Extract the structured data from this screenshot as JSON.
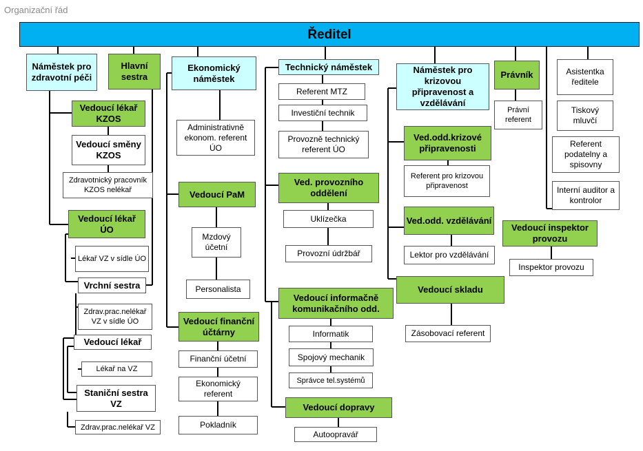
{
  "page": {
    "title": "Organizační řád"
  },
  "nodes": {
    "reditel": "Ředitel",
    "namestek_zdrav": "Náměstek pro zdravotní péči",
    "hlavni_sestra": "Hlavní sestra",
    "vedouci_lekar_kzos": "Vedoucí lékař KZOS",
    "vedouci_smeny_kzos": "Vedoucí směny KZOS",
    "zdrav_pracovnik_kzos": "Zdravotnický pracovník KZOS nelékař",
    "vedouci_lekar_uo": "Vedoucí lékař ÚO",
    "lekar_vz_uo": "Lékař VZ v sídle ÚO",
    "vrchni_sestra": "Vrchní sestra",
    "zdrav_prac_vz_uo": "Zdrav.prac.nelékař VZ v sídle ÚO",
    "vedouci_lekar": "Vedoucí lékař",
    "lekar_na_vz": "Lékař na VZ",
    "stanicni_sestra": "Staniční sestra VZ",
    "zdrav_prac_vz": "Zdrav.prac.nelékař VZ",
    "ekonom_namestek": "Ekonomický náměstek",
    "admin_referent": "Administrativně ekonom. referent ÚO",
    "vedouci_pam": "Vedoucí PaM",
    "mzdovy_ucetni": "Mzdový účetní",
    "personalista": "Personalista",
    "vedouci_fin_uctarny": "Vedoucí finanční účtárny",
    "financni_ucetni": "Finanční účetní",
    "ekonom_referent": "Ekonomický referent",
    "pokladnik": "Pokladník",
    "technicky_namestek": "Technický náměstek",
    "referent_mtz": "Referent MTZ",
    "investicni_technik": "Investiční technik",
    "provozne_tech_referent": "Provozně technický referent ÚO",
    "ved_provozniho": "Ved. provozního oddělení",
    "uklizecka": "Uklízečka",
    "provozni_udrzbar": "Provozní údržbář",
    "vedouci_ikt": "Vedoucí informačně komunikačního odd.",
    "informatik": "Informatik",
    "spojovy_mechanik": "Spojový mechanik",
    "spravce_tel": "Správce tel.systémů",
    "vedouci_dopravy": "Vedoucí dopravy",
    "autoopravar": "Autoopravář",
    "namestek_krizova": "Náměstek pro krizovou připravenost a vzdělávání",
    "ved_odd_krizove": "Ved.odd.krizové připravenosti",
    "referent_krizova": "Referent pro krizovou připravenost",
    "ved_odd_vzdelavani": "Ved.odd. vzdělávání",
    "lektor": "Lektor pro vzdělávání",
    "vedouci_skladu": "Vedoucí skladu",
    "zasobovaci_referent": "Zásobovací referent",
    "pravnik": "Právník",
    "pravni_referent": "Právní referent",
    "vedouci_inspektor": "Vedoucí inspektor provozu",
    "inspektor_provozu": "Inspektor provozu",
    "asistentka": "Asistentka ředitele",
    "tiskovy_mluvci": "Tiskový mluvčí",
    "referent_podatelny": "Referent podatelny a spisovny",
    "interni_auditor": "Interní auditor a kontrolor"
  },
  "colors": {
    "root": "#00b0f0",
    "deputy": "#ccffff",
    "head": "#92d050",
    "line": "#000000"
  }
}
